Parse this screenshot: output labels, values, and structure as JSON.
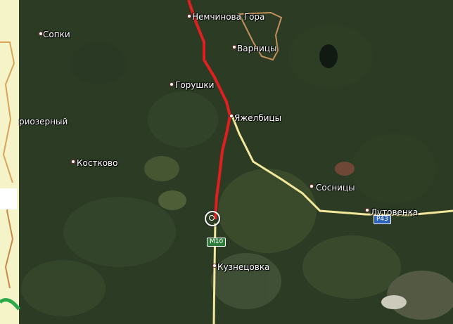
{
  "map": {
    "places": [
      {
        "id": "nemchinova",
        "name": "Немчинова Гора"
      },
      {
        "id": "sopki",
        "name": "Сопки"
      },
      {
        "id": "varnitsy",
        "name": "Варницы"
      },
      {
        "id": "gorushki",
        "name": "Горушки"
      },
      {
        "id": "priozerny",
        "name": "риозерный"
      },
      {
        "id": "yazhelbitsy",
        "name": "Яжелбицы"
      },
      {
        "id": "kostkovo",
        "name": "Костково"
      },
      {
        "id": "sosnitsy",
        "name": "Сосницы"
      },
      {
        "id": "lutovenka",
        "name": "Лутовенка"
      },
      {
        "id": "kuznetsovka",
        "name": "Кузнецовка"
      }
    ],
    "road_labels": {
      "m10": "M10",
      "r43": "Р43"
    },
    "route_color": "#e02020",
    "road_color": "#f2e79a",
    "panel_color": "#f4f4c8"
  }
}
